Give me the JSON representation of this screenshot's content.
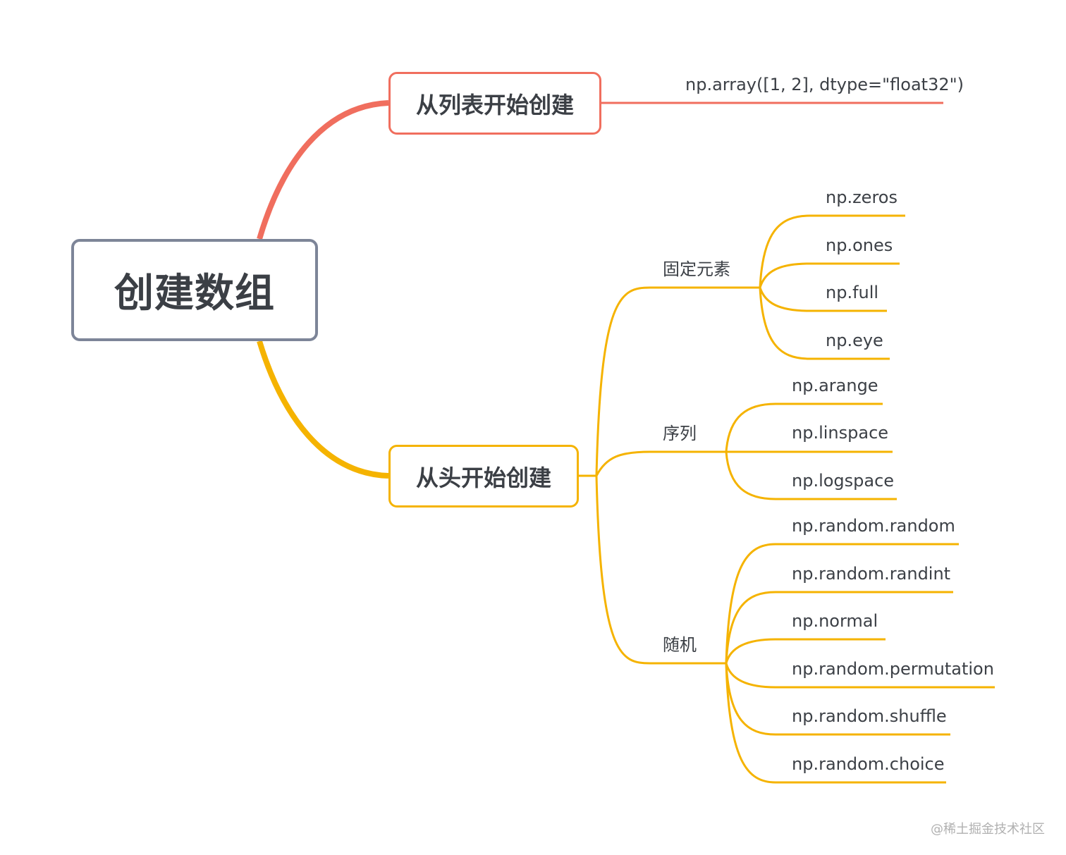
{
  "colors": {
    "red_branch": "#f06e5e",
    "yellow_branch": "#f5b300",
    "root_border": "#7d8598",
    "text": "#3c4046"
  },
  "root": {
    "label": "创建数组"
  },
  "branches": {
    "from_list": {
      "label": "从列表开始创建",
      "leaves": [
        "np.array([1, 2], dtype=\"float32\")"
      ]
    },
    "from_scratch": {
      "label": "从头开始创建",
      "groups": {
        "fixed": {
          "label": "固定元素",
          "leaves": [
            "np.zeros",
            "np.ones",
            "np.full",
            "np.eye"
          ]
        },
        "sequence": {
          "label": "序列",
          "leaves": [
            "np.arange",
            "np.linspace",
            "np.logspace"
          ]
        },
        "random": {
          "label": "随机",
          "leaves": [
            "np.random.random",
            "np.random.randint",
            "np.normal",
            "np.random.permutation",
            "np.random.shuffle",
            "np.random.choice"
          ]
        }
      }
    }
  },
  "watermark": "@稀土掘金技术社区"
}
